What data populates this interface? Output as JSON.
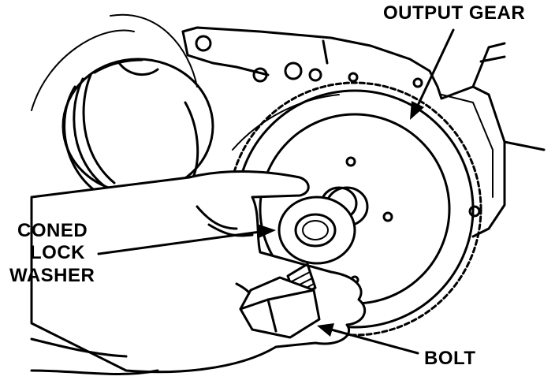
{
  "labels": {
    "output_gear": "OUTPUT GEAR",
    "coned_lock_washer_line1": "CONED",
    "coned_lock_washer_line2": "LOCK",
    "coned_lock_washer_line3": "WASHER",
    "bolt": "BOLT"
  },
  "colors": {
    "ink": "#000000",
    "paper": "#ffffff"
  }
}
